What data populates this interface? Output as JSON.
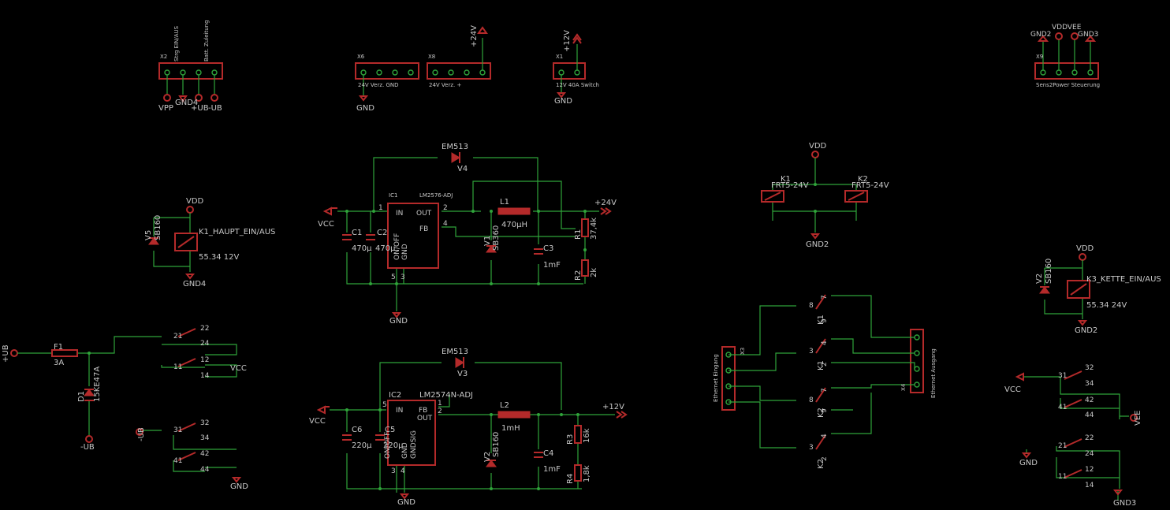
{
  "colors": {
    "background": "#000000",
    "wire": "#2fa33a",
    "part": "#b42a2a",
    "text": "#c8c8c8"
  },
  "labels": [
    {
      "id": "x2",
      "text": "X2"
    },
    {
      "id": "x2a",
      "text": "Strg EIN/AUS"
    },
    {
      "id": "x2b",
      "text": "Batt. Zuleitung"
    },
    {
      "id": "vpp",
      "text": "VPP"
    },
    {
      "id": "gnd4a",
      "text": "GND4"
    },
    {
      "id": "pub1",
      "text": "+UB"
    },
    {
      "id": "mub1",
      "text": "-UB"
    },
    {
      "id": "x6",
      "text": "X6"
    },
    {
      "id": "x6t",
      "text": "24V Verz. GND"
    },
    {
      "id": "x8",
      "text": "X8"
    },
    {
      "id": "x8t",
      "text": "24V Verz. +"
    },
    {
      "id": "p24a",
      "text": "+24V"
    },
    {
      "id": "gnda",
      "text": "GND"
    },
    {
      "id": "x1",
      "text": "X1"
    },
    {
      "id": "x1t",
      "text": "12V 40A Switch"
    },
    {
      "id": "p12a",
      "text": "+12V"
    },
    {
      "id": "gndb",
      "text": "GND"
    },
    {
      "id": "gnd2a",
      "text": "GND2"
    },
    {
      "id": "vddvee",
      "text": "VDDVEE"
    },
    {
      "id": "gnd3a",
      "text": "GND3"
    },
    {
      "id": "x9",
      "text": "X9"
    },
    {
      "id": "x9t",
      "text": "Sens2Power Steuerung"
    },
    {
      "id": "em1",
      "text": "EM513"
    },
    {
      "id": "v4",
      "text": "V4"
    },
    {
      "id": "ic1",
      "text": "IC1"
    },
    {
      "id": "ic1t",
      "text": "LM2576-ADJ"
    },
    {
      "id": "in1",
      "text": "IN"
    },
    {
      "id": "out1",
      "text": "OUT"
    },
    {
      "id": "fb1",
      "text": "FB"
    },
    {
      "id": "onoff1",
      "text": "ON/OFF"
    },
    {
      "id": "gnd1ic",
      "text": "GND"
    },
    {
      "id": "l1",
      "text": "L1"
    },
    {
      "id": "l1v",
      "text": "470µH"
    },
    {
      "id": "p24b",
      "text": "+24V"
    },
    {
      "id": "vcca",
      "text": "VCC"
    },
    {
      "id": "c1",
      "text": "C1"
    },
    {
      "id": "c1v",
      "text": "470µ"
    },
    {
      "id": "c2",
      "text": "C2"
    },
    {
      "id": "c2v",
      "text": "470µ"
    },
    {
      "id": "v1",
      "text": "V1"
    },
    {
      "id": "sb1",
      "text": "SB360"
    },
    {
      "id": "c3",
      "text": "C3"
    },
    {
      "id": "c3v",
      "text": "1mF"
    },
    {
      "id": "r1",
      "text": "R1"
    },
    {
      "id": "r1v",
      "text": "37,4k"
    },
    {
      "id": "r2",
      "text": "R2"
    },
    {
      "id": "r2v",
      "text": "2k"
    },
    {
      "id": "gndc",
      "text": "GND"
    },
    {
      "id": "vdda",
      "text": "VDD"
    },
    {
      "id": "v5",
      "text": "V5"
    },
    {
      "id": "sb160a",
      "text": "SB160"
    },
    {
      "id": "k1r",
      "text": "K1_HAUPT_EIN/AUS"
    },
    {
      "id": "k1rv",
      "text": "55.34 12V"
    },
    {
      "id": "gnd4b",
      "text": "GND4"
    },
    {
      "id": "vddb",
      "text": "VDD"
    },
    {
      "id": "k1f",
      "text": "K1"
    },
    {
      "id": "k1fv",
      "text": "FRT5-24V"
    },
    {
      "id": "k2f",
      "text": "K2"
    },
    {
      "id": "k2fv",
      "text": "FRT5-24V"
    },
    {
      "id": "gnd2b",
      "text": "GND2"
    },
    {
      "id": "vddc",
      "text": "VDD"
    },
    {
      "id": "v2",
      "text": "V2"
    },
    {
      "id": "sb160b",
      "text": "SB160"
    },
    {
      "id": "k3r",
      "text": "K3_KETTE_EIN/AUS"
    },
    {
      "id": "k3rv",
      "text": "55.34 24V"
    },
    {
      "id": "gnd2c",
      "text": "GND2"
    },
    {
      "id": "pubb",
      "text": "+UB"
    },
    {
      "id": "f1",
      "text": "F1"
    },
    {
      "id": "f1v",
      "text": "3A"
    },
    {
      "id": "d1",
      "text": "D1"
    },
    {
      "id": "d1v",
      "text": "15KE47A"
    },
    {
      "id": "mubb",
      "text": "-UB"
    },
    {
      "id": "vccb",
      "text": "VCC"
    },
    {
      "id": "mubc",
      "text": "-UB"
    },
    {
      "id": "gndd",
      "text": "GND"
    },
    {
      "id": "em2",
      "text": "EM513"
    },
    {
      "id": "v3",
      "text": "V3"
    },
    {
      "id": "ic2",
      "text": "IC2"
    },
    {
      "id": "ic2t",
      "text": "LM2574N-ADJ"
    },
    {
      "id": "in2",
      "text": "IN"
    },
    {
      "id": "fb2",
      "text": "FB"
    },
    {
      "id": "out2",
      "text": "OUT"
    },
    {
      "id": "onoff2",
      "text": "ON/OFF"
    },
    {
      "id": "gnd2ic",
      "text": "GND"
    },
    {
      "id": "gndsig",
      "text": "GNDSIG"
    },
    {
      "id": "l2",
      "text": "L2"
    },
    {
      "id": "l2v",
      "text": "1mH"
    },
    {
      "id": "p12b",
      "text": "+12V"
    },
    {
      "id": "vccc",
      "text": "VCC"
    },
    {
      "id": "c6",
      "text": "C6"
    },
    {
      "id": "c6v",
      "text": "220µ"
    },
    {
      "id": "c5",
      "text": "C5"
    },
    {
      "id": "c5v",
      "text": "220µ"
    },
    {
      "id": "v2b",
      "text": "V2"
    },
    {
      "id": "sb160c",
      "text": "SB160"
    },
    {
      "id": "c4",
      "text": "C4"
    },
    {
      "id": "c4v",
      "text": "1mF"
    },
    {
      "id": "r3",
      "text": "R3"
    },
    {
      "id": "r3v",
      "text": "16k"
    },
    {
      "id": "r4",
      "text": "R4"
    },
    {
      "id": "r4v",
      "text": "1,8k"
    },
    {
      "id": "gnde",
      "text": "GND"
    },
    {
      "id": "x3",
      "text": "X3"
    },
    {
      "id": "x3t",
      "text": "Ethernet Eingang"
    },
    {
      "id": "x4",
      "text": "X4"
    },
    {
      "id": "x4t",
      "text": "Ethernet Ausgang"
    },
    {
      "id": "k1c1",
      "text": "K1"
    },
    {
      "id": "k1c2",
      "text": "K1"
    },
    {
      "id": "k2c1",
      "text": "K2"
    },
    {
      "id": "k2c2",
      "text": "K2"
    },
    {
      "id": "vccd",
      "text": "VCC"
    },
    {
      "id": "vee",
      "text": "VEE"
    },
    {
      "id": "gndf",
      "text": "GND"
    },
    {
      "id": "gnd3b",
      "text": "GND3"
    },
    {
      "id": "n21a",
      "text": "21"
    },
    {
      "id": "n22a",
      "text": "22"
    },
    {
      "id": "n24a",
      "text": "24"
    },
    {
      "id": "n11a",
      "text": "11"
    },
    {
      "id": "n12a",
      "text": "12"
    },
    {
      "id": "n14a",
      "text": "14"
    },
    {
      "id": "n31a",
      "text": "31"
    },
    {
      "id": "n32a",
      "text": "32"
    },
    {
      "id": "n34a",
      "text": "34"
    },
    {
      "id": "n41a",
      "text": "41"
    },
    {
      "id": "n42a",
      "text": "42"
    },
    {
      "id": "n44a",
      "text": "44"
    },
    {
      "id": "n31b",
      "text": "31"
    },
    {
      "id": "n32b",
      "text": "32"
    },
    {
      "id": "n34b",
      "text": "34"
    },
    {
      "id": "n41b",
      "text": "41"
    },
    {
      "id": "n42b",
      "text": "42"
    },
    {
      "id": "n44b",
      "text": "44"
    },
    {
      "id": "n21b",
      "text": "21"
    },
    {
      "id": "n22b",
      "text": "22"
    },
    {
      "id": "n24b",
      "text": "24"
    },
    {
      "id": "n11b",
      "text": "11"
    },
    {
      "id": "n12b",
      "text": "12"
    },
    {
      "id": "n14b",
      "text": "14"
    },
    {
      "id": "kp8a",
      "text": "8"
    },
    {
      "id": "kp7a",
      "text": "7"
    },
    {
      "id": "kp9a",
      "text": "9"
    },
    {
      "id": "kp3a",
      "text": "3"
    },
    {
      "id": "kp4a",
      "text": "4"
    },
    {
      "id": "kp2a",
      "text": "2"
    },
    {
      "id": "kp8b",
      "text": "8"
    },
    {
      "id": "kp7b",
      "text": "7"
    },
    {
      "id": "kp9b",
      "text": "9"
    },
    {
      "id": "kp3b",
      "text": "3"
    },
    {
      "id": "kp4b",
      "text": "4"
    },
    {
      "id": "kp2b",
      "text": "2"
    },
    {
      "id": "n5a",
      "text": "5"
    },
    {
      "id": "n3a",
      "text": "3"
    },
    {
      "id": "n1a",
      "text": "1"
    },
    {
      "id": "n2a",
      "text": "2"
    },
    {
      "id": "n4a",
      "text": "4"
    },
    {
      "id": "n5b",
      "text": "5"
    },
    {
      "id": "n1b",
      "text": "1"
    },
    {
      "id": "n2b",
      "text": "2"
    },
    {
      "id": "n4b",
      "text": "4"
    },
    {
      "id": "n3b",
      "text": "3"
    }
  ]
}
